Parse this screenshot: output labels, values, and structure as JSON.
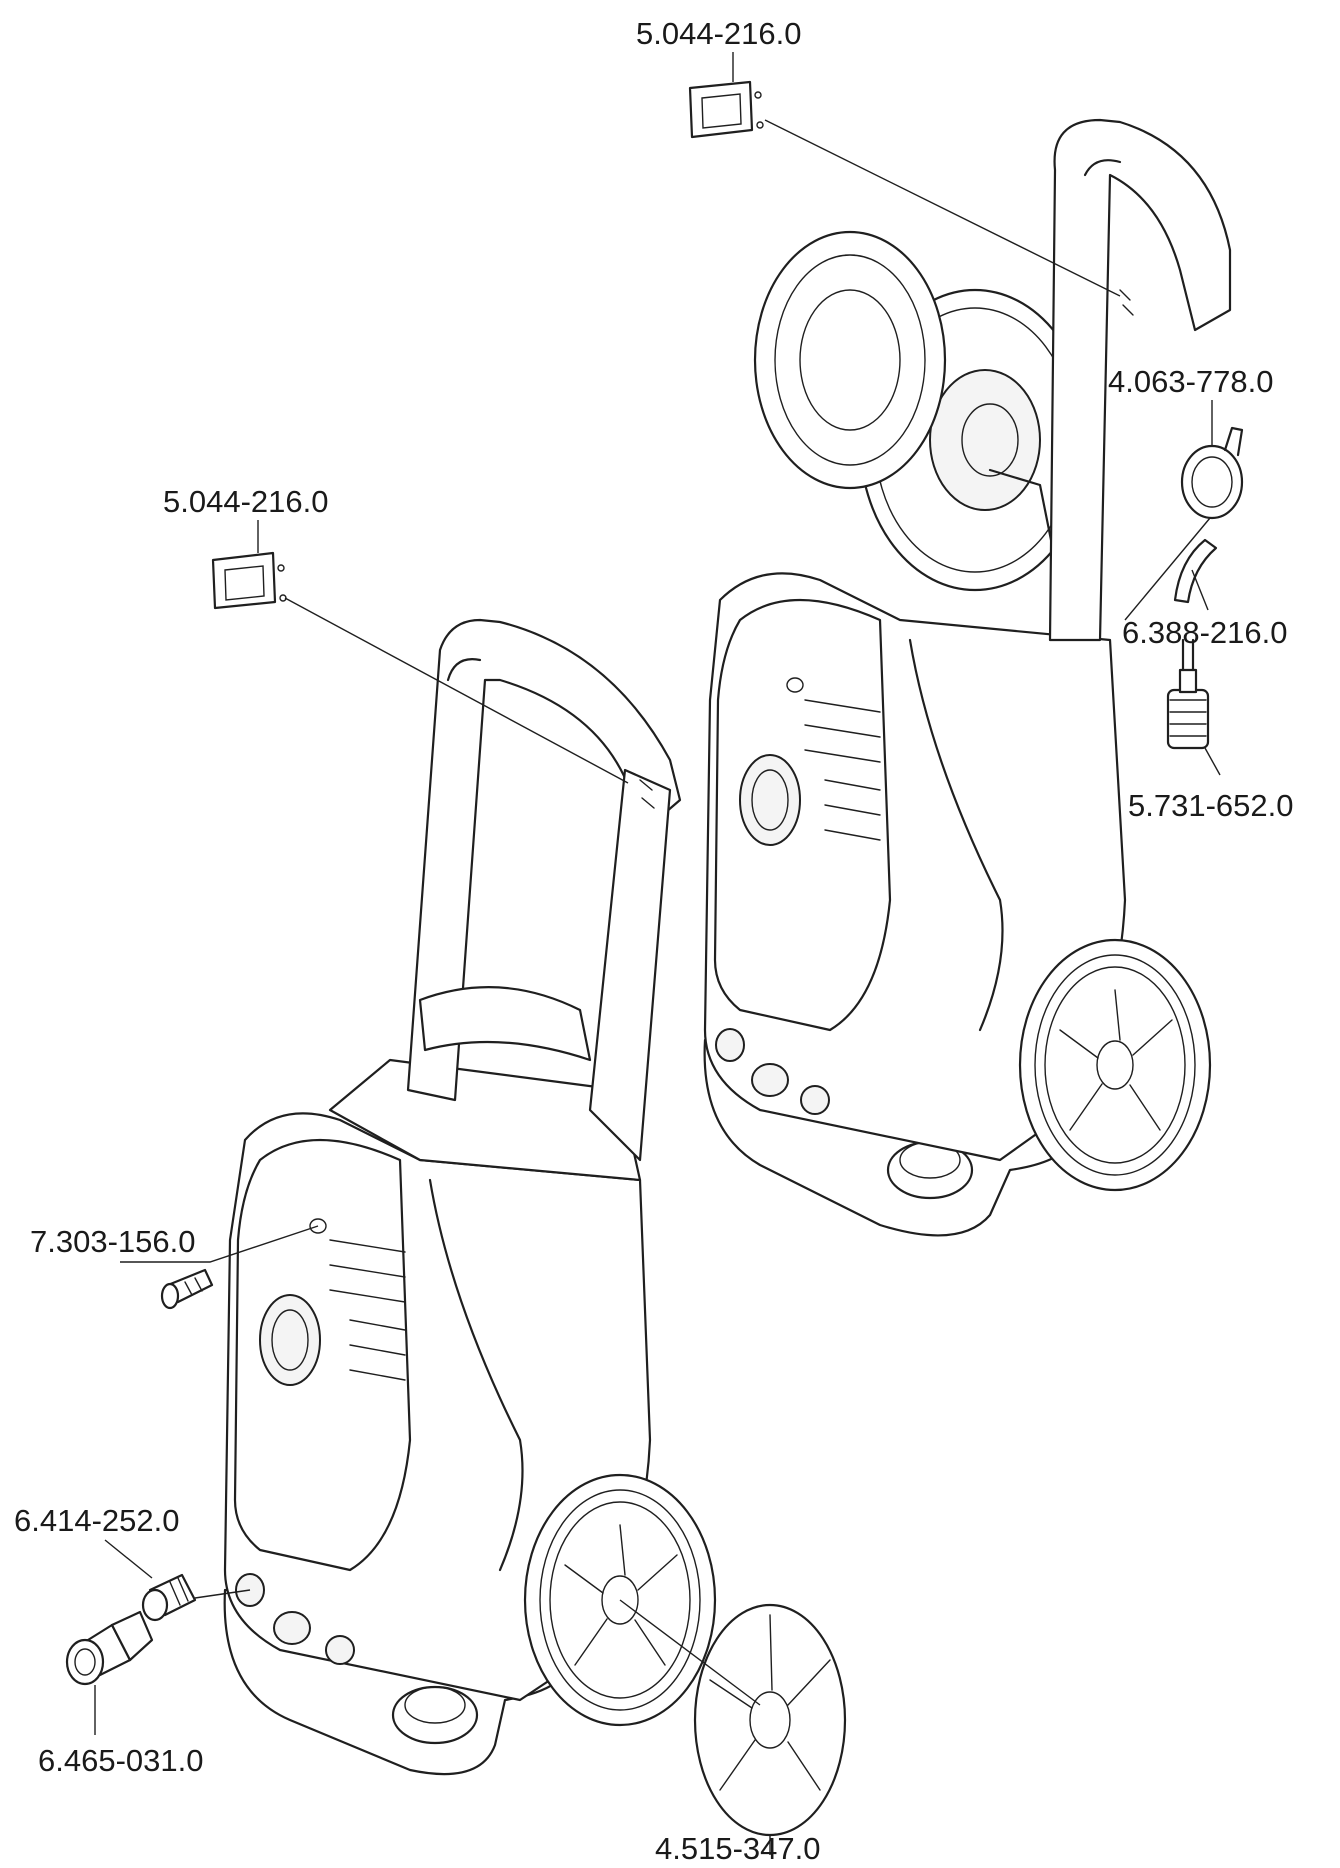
{
  "part_numbers": {
    "handle_label_top": "5.044-216.0",
    "handle_label_left": "5.044-216.0",
    "hose_connector": "4.063-778.0",
    "hose_piece": "6.388-216.0",
    "filter_insert": "5.731-652.0",
    "screw": "7.303-156.0",
    "inlet_nipple": "6.414-252.0",
    "hose_coupling": "6.465-031.0",
    "wheel_cover": "4.515-347.0"
  },
  "colors": {
    "line": "#1f1f1f",
    "background": "#ffffff"
  }
}
